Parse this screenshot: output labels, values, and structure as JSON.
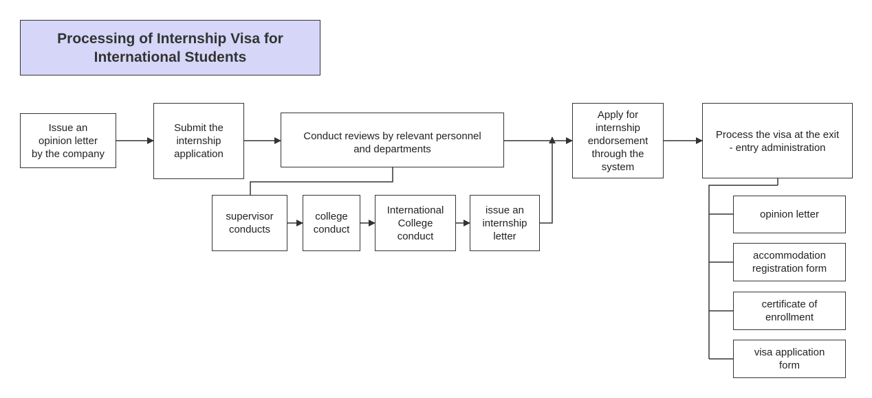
{
  "title": "Processing of Internship Visa for\nInternational Students",
  "nodes": {
    "issue_opinion": "Issue an\nopinion letter\nby the company",
    "submit_application": "Submit the\ninternship\napplication",
    "conduct_reviews": "Conduct reviews by relevant personnel\nand departments",
    "apply_endorsement": "Apply for\ninternship\nendorsement\nthrough the\nsystem",
    "process_visa": "Process the visa at the exit\n- entry administration",
    "supervisor": "supervisor\nconducts",
    "college": "college\nconduct",
    "intl_college": "International\nCollege\nconduct",
    "issue_letter": "issue an\ninternship\nletter",
    "opinion_letter": "opinion letter",
    "accommodation": "accommodation\nregistration form",
    "certificate": "certificate of\nenrollment",
    "visa_form": "visa application\nform"
  }
}
